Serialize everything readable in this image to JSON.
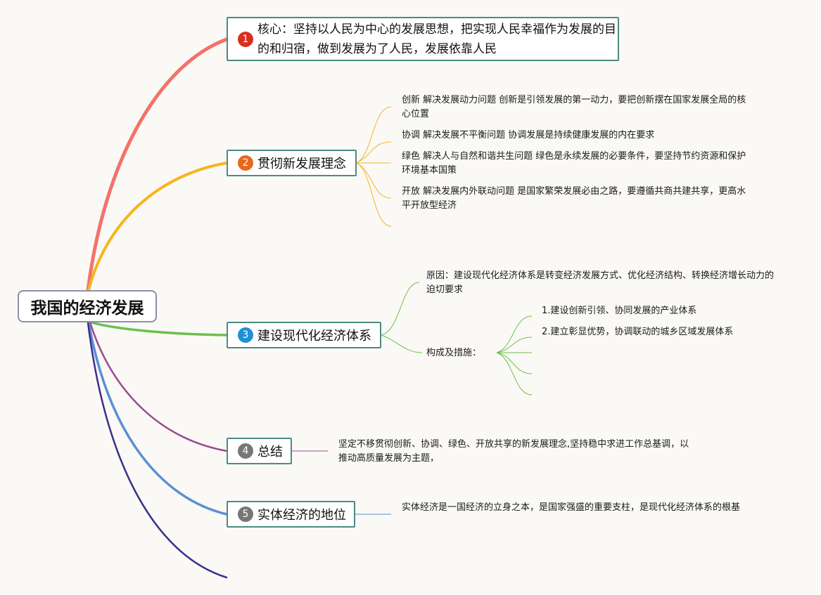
{
  "root": {
    "label": "我国的经济发展"
  },
  "topics": [
    {
      "num": "1",
      "label": "核心：坚持以人民为中心的发展思想，把实现人民幸福作为发展的目的和归宿，做到发展为了人民，发展依靠人民",
      "color": "#f4726a",
      "badge": "#d8301f"
    },
    {
      "num": "2",
      "label": "贯彻新发展理念",
      "color": "#f7b51c",
      "badge": "#e8681a"
    },
    {
      "num": "3",
      "label": "建设现代化经济体系",
      "color": "#6cc04a",
      "badge": "#1e8fd6"
    },
    {
      "num": "4",
      "label": "总结",
      "color": "#9b4a8f",
      "badge": "#777777"
    },
    {
      "num": "5",
      "label": "实体经济的地位",
      "color": "#5a8fd6",
      "badge": "#777777"
    }
  ],
  "ideas": [
    "创新 解决发展动力问题 创新是引领发展的第一动力，要把创新摆在国家发展全局的核心位置",
    "协调 解决发展不平衡问题 协调发展是持续健康发展的内在要求",
    "绿色 解决人与自然和谐共生问题 绿色是永续发展的必要条件，要坚持节约资源和保护环境基本国策",
    "开放 解决发展内外联动问题 是国家繁荣发展必由之路，要遵循共商共建共享，更高水平开放型经济"
  ],
  "system": {
    "reason": "原因：建设现代化经济体系是转变经济发展方式、优化经济结构、转换经济增长动力的迫切要求",
    "measures_label": "构成及措施：",
    "measures": [
      "1.建设创新引领、协同发展的产业体系",
      "2.建立彰显优势，协调联动的城乡区域发展体系"
    ]
  },
  "summary": "坚定不移贯彻创新、协调、绿色、开放共享的新发展理念,坚持稳中求进工作总基调，以推动高质量发展为主题，",
  "entity": "实体经济是一国经济的立身之本，是国家强盛的重要支柱，是现代化经济体系的根基",
  "extra_branch_color": "#3a2f8a"
}
